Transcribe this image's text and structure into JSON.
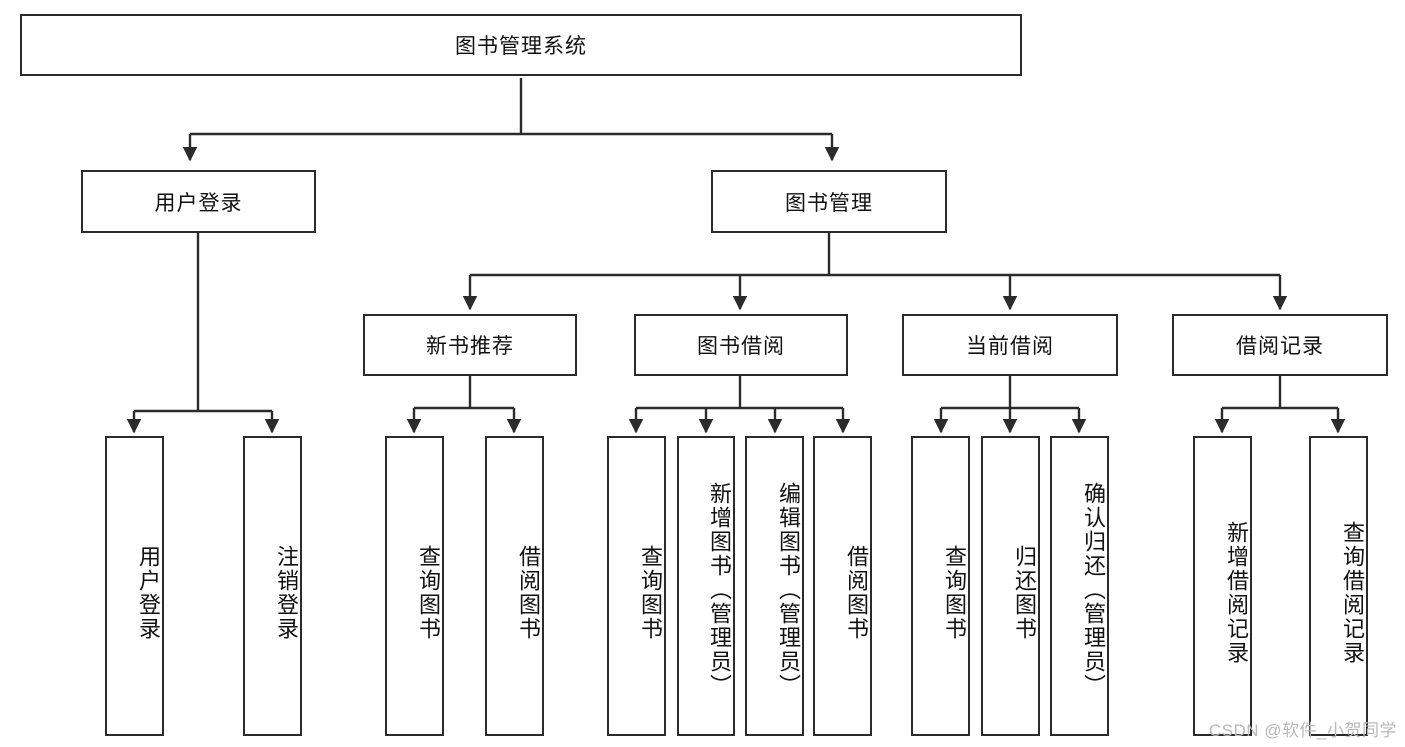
{
  "diagram": {
    "title_node": {
      "label": "图书管理系统"
    },
    "level2": [
      {
        "id": "user-login",
        "label": "用户登录"
      },
      {
        "id": "book-management",
        "label": "图书管理"
      }
    ],
    "level3": [
      {
        "id": "new-book-recommend",
        "label": "新书推荐"
      },
      {
        "id": "book-borrow",
        "label": "图书借阅"
      },
      {
        "id": "current-borrow",
        "label": "当前借阅"
      },
      {
        "id": "borrow-record",
        "label": "借阅记录"
      }
    ],
    "leaves": {
      "user_login": [
        {
          "id": "leaf-user-login",
          "label": "用户登录"
        },
        {
          "id": "leaf-logout-login",
          "label": "注销登录"
        }
      ],
      "new_book_recommend": [
        {
          "id": "leaf-query-book-1",
          "label": "查询图书"
        },
        {
          "id": "leaf-borrow-book-1",
          "label": "借阅图书"
        }
      ],
      "book_borrow": [
        {
          "id": "leaf-query-book-2",
          "label": "查询图书"
        },
        {
          "id": "leaf-add-book",
          "label": "新增图书（管理员）"
        },
        {
          "id": "leaf-edit-book",
          "label": "编辑图书（管理员）"
        },
        {
          "id": "leaf-borrow-book-2",
          "label": "借阅图书"
        }
      ],
      "current_borrow": [
        {
          "id": "leaf-query-book-3",
          "label": "查询图书"
        },
        {
          "id": "leaf-return-book",
          "label": "归还图书"
        },
        {
          "id": "leaf-confirm-return",
          "label": "确认归还（管理员）"
        }
      ],
      "borrow_record": [
        {
          "id": "leaf-add-record",
          "label": "新增借阅记录"
        },
        {
          "id": "leaf-query-record",
          "label": "查询借阅记录"
        }
      ]
    }
  },
  "watermark": {
    "text": "CSDN @软件_小贺同学"
  },
  "colors": {
    "border": "#2b2b2b",
    "background": "#ffffff",
    "text": "#111111",
    "watermark": "#b9b9b9"
  }
}
